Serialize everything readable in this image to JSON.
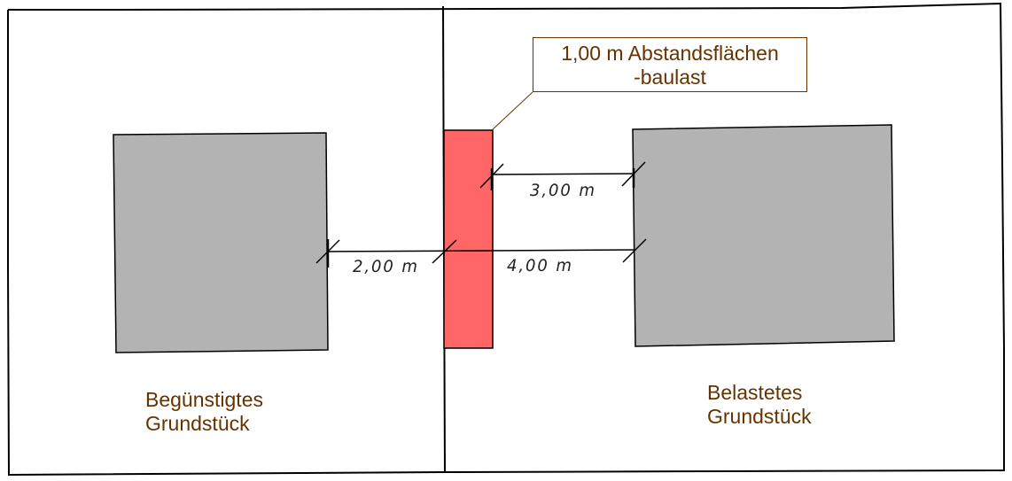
{
  "diagram": {
    "callout": {
      "line1": "1,00 m Abstandsflächen",
      "line2": "-baulast"
    },
    "dimensions": {
      "upper_right": "3,00 m",
      "lower_left": "2,00 m",
      "lower_right": "4,00 m"
    },
    "parcels": {
      "left": {
        "line1": "Begünstigtes",
        "line2": "Grundstück"
      },
      "right": {
        "line1": "Belastetes",
        "line2": "Grundstück"
      }
    },
    "colors": {
      "building": "#b3b3b3",
      "easement_strip": "#ff6666",
      "label_text": "#663300",
      "lines": "#000000"
    }
  }
}
